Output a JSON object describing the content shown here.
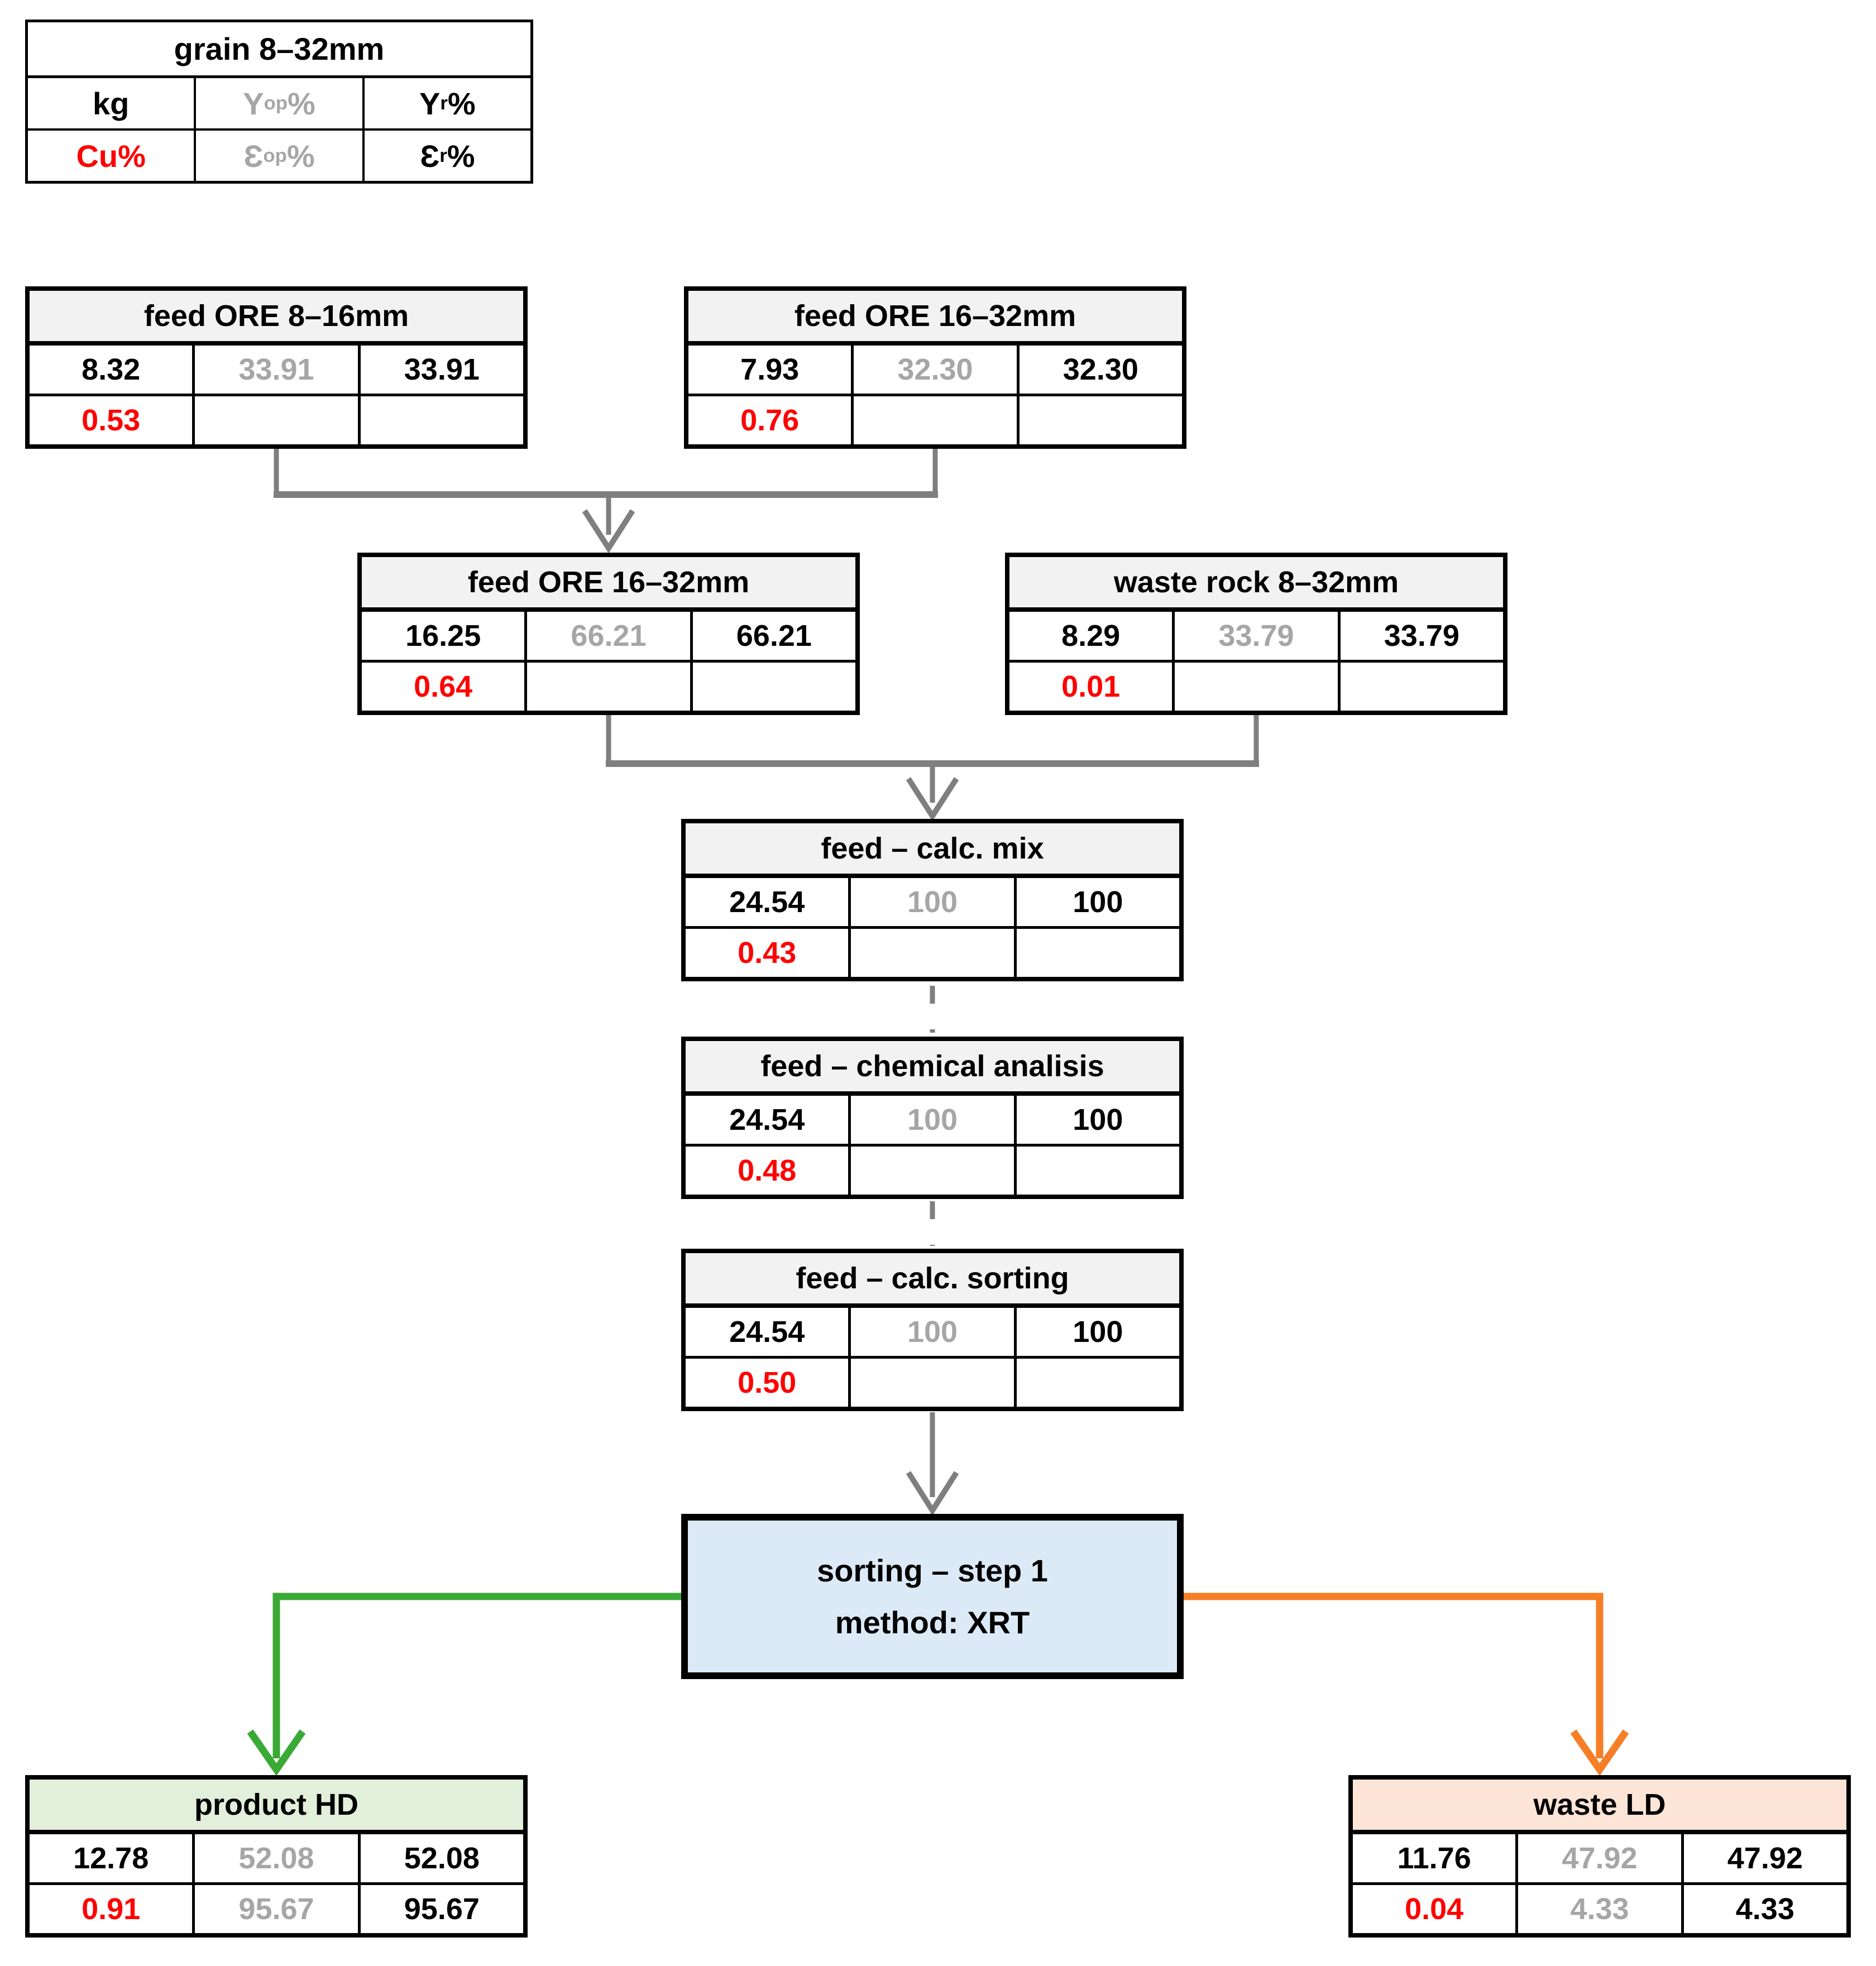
{
  "colors": {
    "black_text": "#000000",
    "gray_text": "#A6A6A6",
    "red_text": "#FF0000",
    "header_gray": "#F2F2F2",
    "header_green": "#E2EFDA",
    "header_peach": "#FCE4D6",
    "sorting_box_fill": "#DCEAF7",
    "connector_gray": "#7F7F7F",
    "connector_green": "#3AAA35",
    "connector_orange": "#F57E27"
  },
  "legend": {
    "title": "grain 8–32mm",
    "row1": [
      {
        "base": "kg",
        "sub": "",
        "suffix": ""
      },
      {
        "base": "Y",
        "sub": "op",
        "suffix": "%"
      },
      {
        "base": "Y",
        "sub": "r",
        "suffix": "%"
      }
    ],
    "row2": [
      {
        "base": "Cu%",
        "sub": "",
        "suffix": ""
      },
      {
        "base": "Ɛ",
        "sub": "op",
        "suffix": "%"
      },
      {
        "base": "Ɛ",
        "sub": "r",
        "suffix": "%"
      }
    ]
  },
  "tables": {
    "feed_ore_8_16": {
      "title": "feed ORE 8–16mm",
      "rows": [
        [
          "8.32",
          "33.91",
          "33.91"
        ],
        [
          "0.53",
          "",
          ""
        ]
      ]
    },
    "feed_ore_16_32": {
      "title": "feed ORE 16–32mm",
      "rows": [
        [
          "7.93",
          "32.30",
          "32.30"
        ],
        [
          "0.76",
          "",
          ""
        ]
      ]
    },
    "feed_ore_16_32_mix": {
      "title": "feed ORE 16–32mm",
      "rows": [
        [
          "16.25",
          "66.21",
          "66.21"
        ],
        [
          "0.64",
          "",
          ""
        ]
      ]
    },
    "waste_rock": {
      "title": "waste rock 8–32mm",
      "rows": [
        [
          "8.29",
          "33.79",
          "33.79"
        ],
        [
          "0.01",
          "",
          ""
        ]
      ]
    },
    "feed_calc_mix": {
      "title": "feed – calc. mix",
      "rows": [
        [
          "24.54",
          "100",
          "100"
        ],
        [
          "0.43",
          "",
          ""
        ]
      ]
    },
    "feed_chemical": {
      "title": "feed – chemical analisis",
      "rows": [
        [
          "24.54",
          "100",
          "100"
        ],
        [
          "0.48",
          "",
          ""
        ]
      ]
    },
    "feed_calc_sorting": {
      "title": "feed – calc. sorting",
      "rows": [
        [
          "24.54",
          "100",
          "100"
        ],
        [
          "0.50",
          "",
          ""
        ]
      ]
    },
    "product_hd": {
      "title": "product HD",
      "rows": [
        [
          "12.78",
          "52.08",
          "52.08"
        ],
        [
          "0.91",
          "95.67",
          "95.67"
        ]
      ]
    },
    "waste_ld": {
      "title": "waste LD",
      "rows": [
        [
          "11.76",
          "47.92",
          "47.92"
        ],
        [
          "0.04",
          "4.33",
          "4.33"
        ]
      ]
    }
  },
  "sorting_box": {
    "line1": "sorting – step 1",
    "line2": "method: XRT"
  }
}
